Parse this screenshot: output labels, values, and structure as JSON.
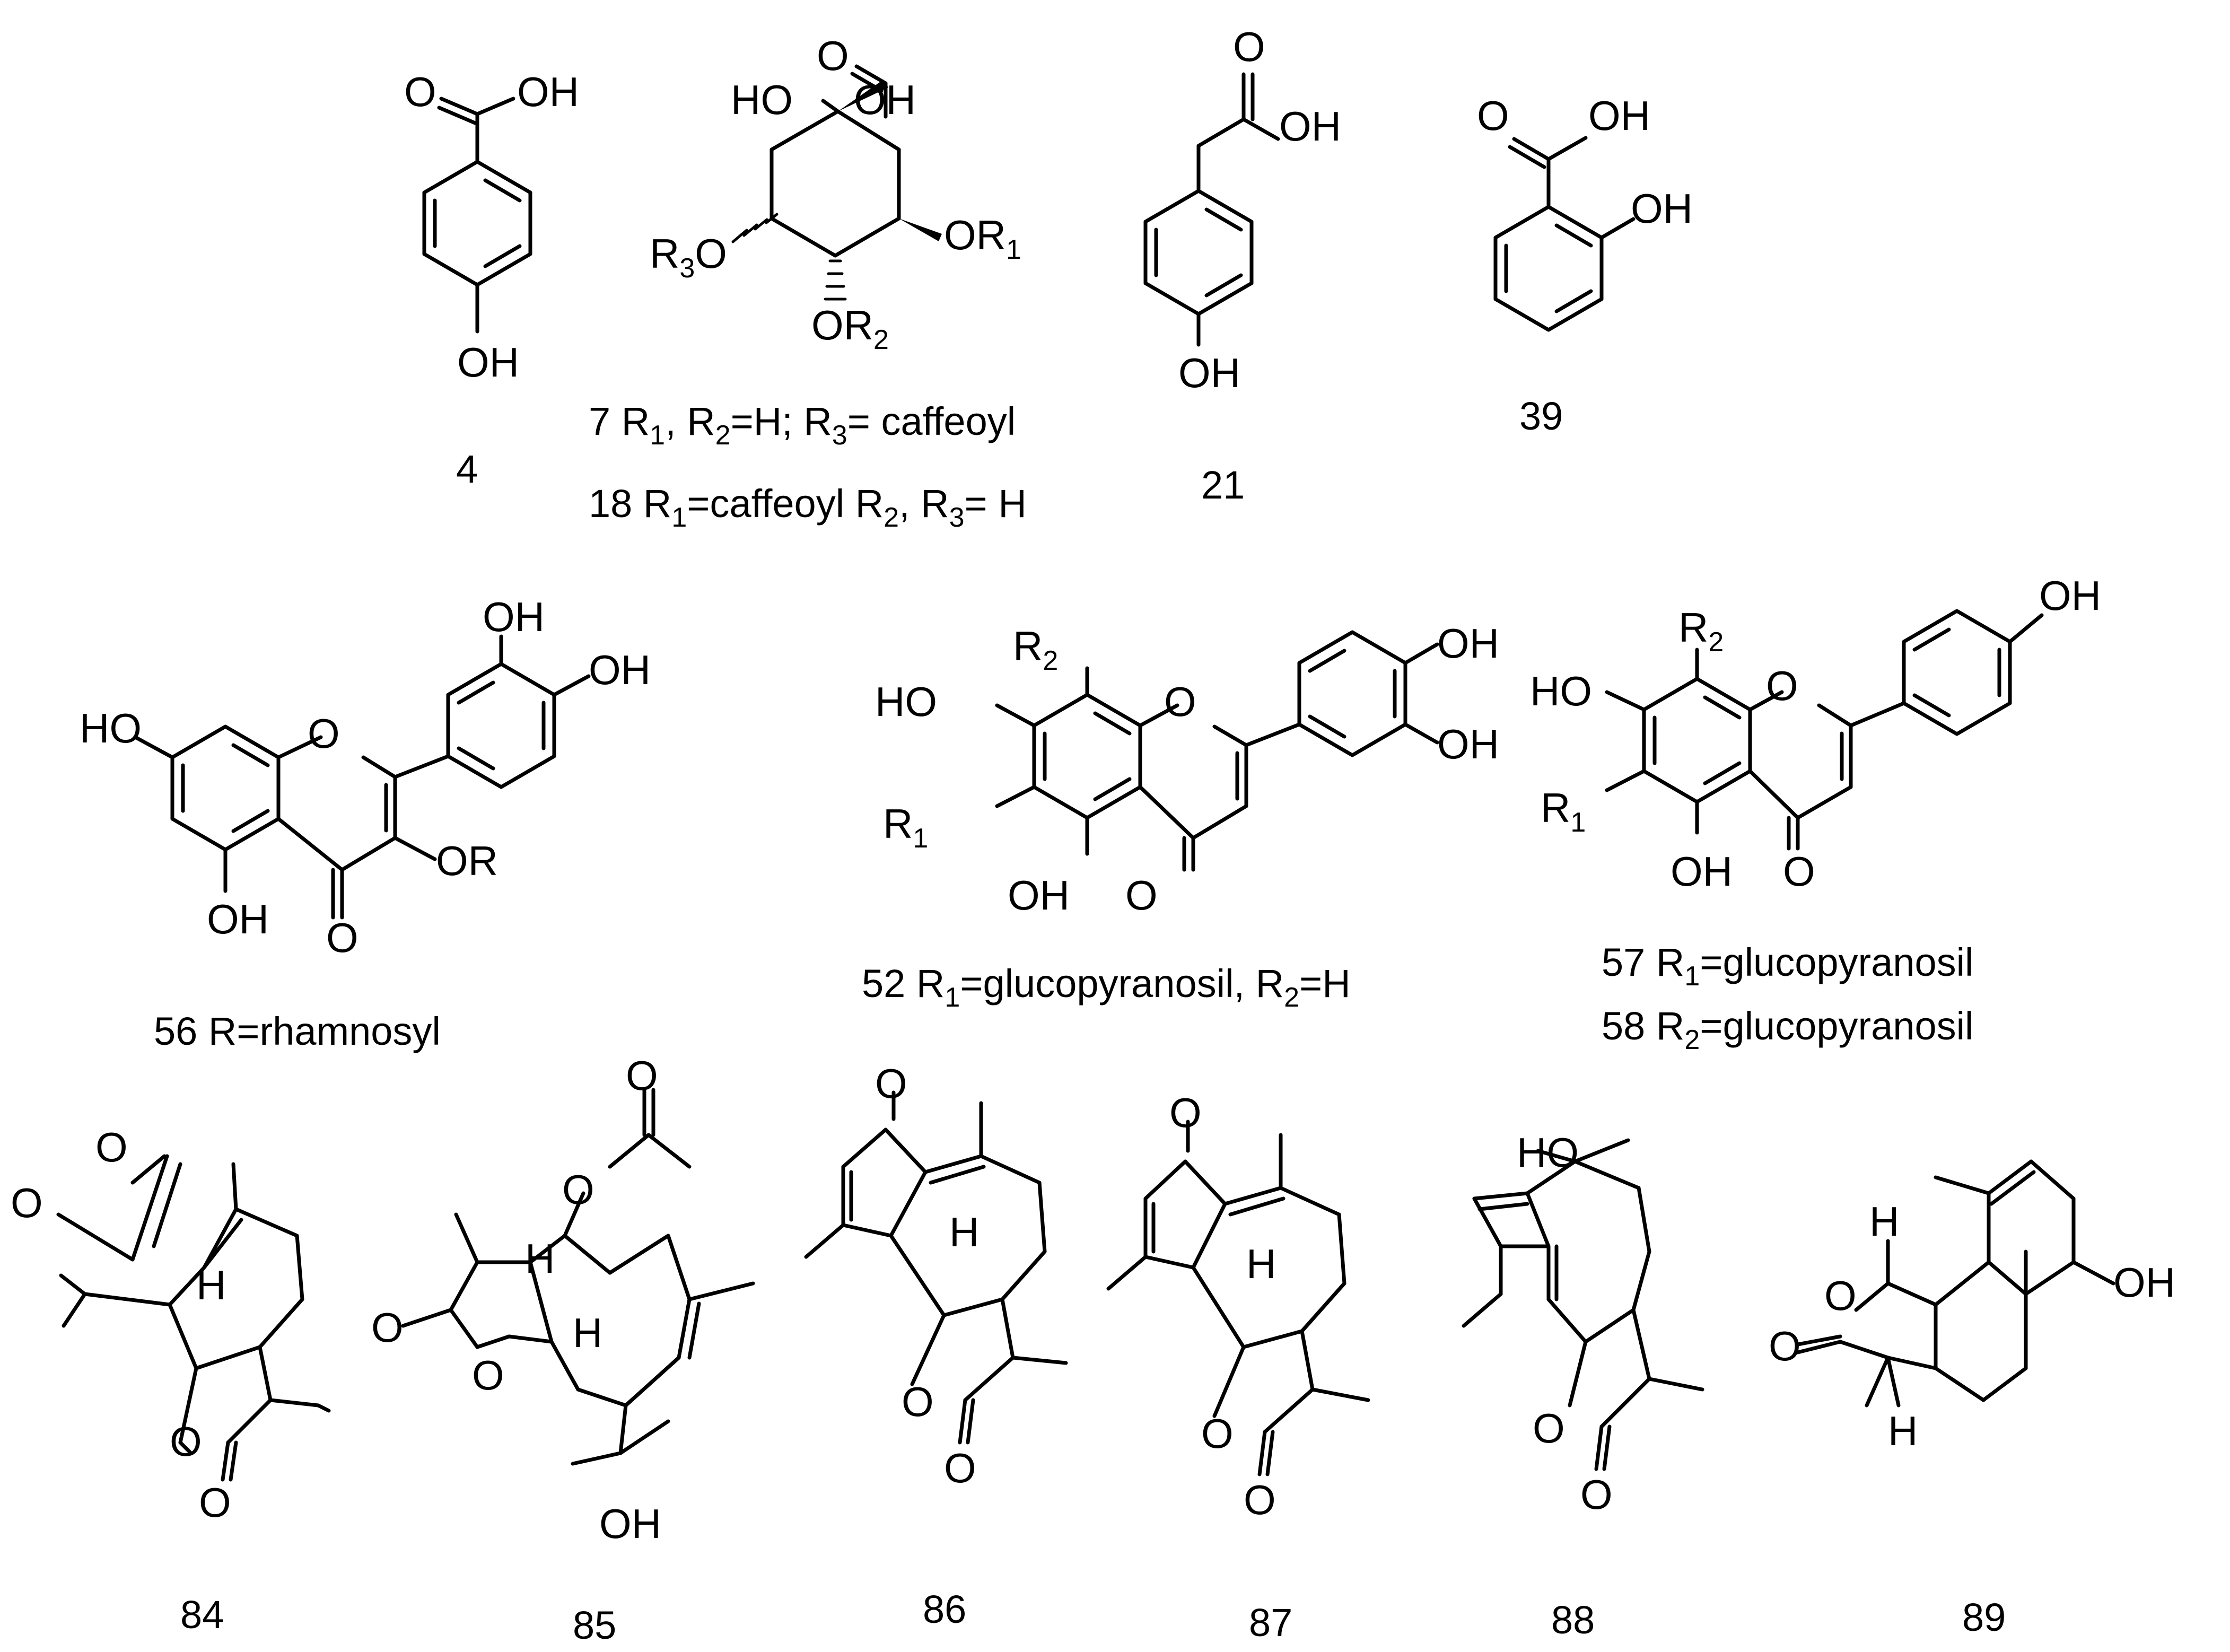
{
  "atoms": {
    "OH": "OH",
    "HO": "HO",
    "O": "O",
    "H": "H",
    "OR": "OR",
    "R1": "R",
    "R2": "R",
    "R3": "R",
    "sub1": "1",
    "sub2": "2",
    "sub3": "3"
  },
  "compounds": [
    {
      "id": "c4",
      "number": "4"
    },
    {
      "id": "c7",
      "number": "7",
      "caption_a": "7 R",
      "caption_b": ", R",
      "caption_c": "=H; R",
      "caption_d": "= caffeoyl"
    },
    {
      "id": "c18",
      "number": "18",
      "caption_a": "18 R",
      "caption_b": "=caffeoyl R",
      "caption_c": ", R",
      "caption_d": "= H"
    },
    {
      "id": "c21",
      "number": "21"
    },
    {
      "id": "c39",
      "number": "39"
    },
    {
      "id": "c56",
      "number": "56",
      "caption": "56 R=rhamnosyl"
    },
    {
      "id": "c52",
      "number": "52",
      "caption_a": "52 R",
      "caption_b": "=glucopyranosil, R",
      "caption_c": "=H"
    },
    {
      "id": "c57",
      "number": "57",
      "caption_a": "57 R",
      "caption_b": "=glucopyranosil"
    },
    {
      "id": "c58",
      "number": "58",
      "caption_a": "58 R",
      "caption_b": "=glucopyranosil"
    },
    {
      "id": "c84",
      "number": "84"
    },
    {
      "id": "c85",
      "number": "85"
    },
    {
      "id": "c86",
      "number": "86"
    },
    {
      "id": "c87",
      "number": "87"
    },
    {
      "id": "c88",
      "number": "88"
    },
    {
      "id": "c89",
      "number": "89"
    }
  ]
}
